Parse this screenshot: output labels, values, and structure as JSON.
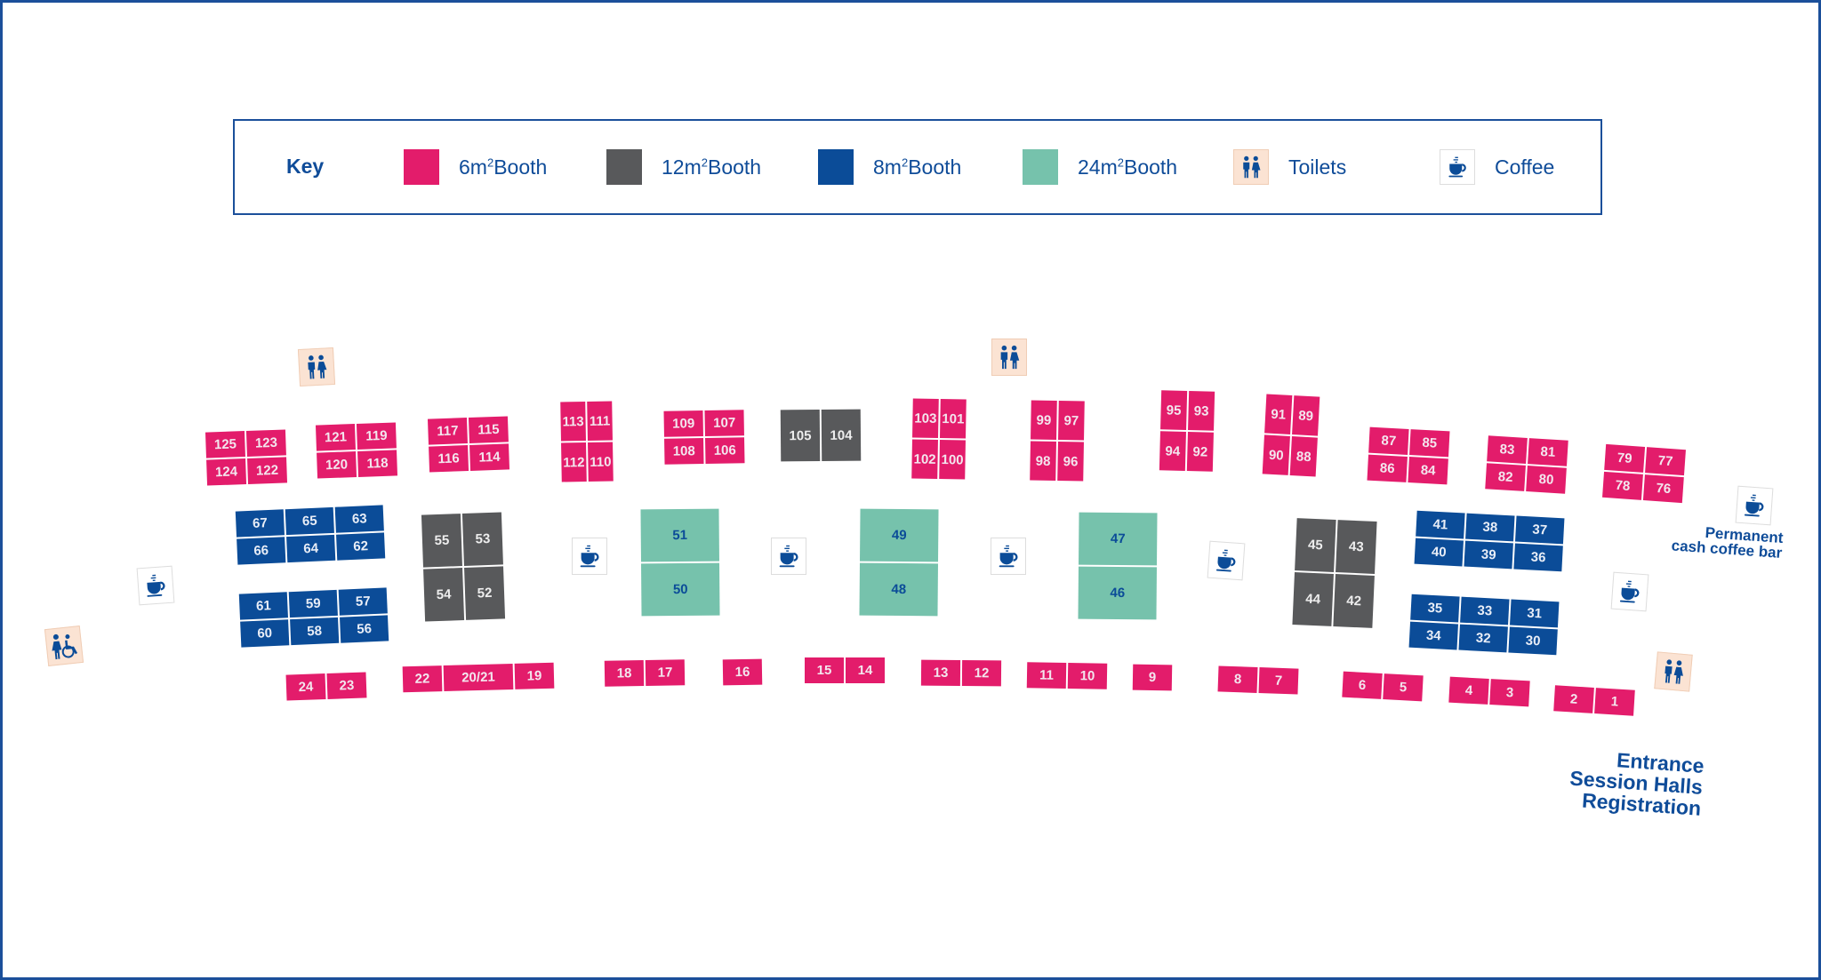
{
  "key": {
    "title": "Key",
    "items": [
      {
        "type": "booth-6",
        "size": "6m",
        "unit": "2",
        "suffix": "Booth",
        "color": "#e31c6b"
      },
      {
        "type": "booth-12",
        "size": "12m",
        "unit": "2",
        "suffix": "Booth",
        "color": "#58595b"
      },
      {
        "type": "booth-8",
        "size": "8m",
        "unit": "2",
        "suffix": "Booth",
        "color": "#0b4c98"
      },
      {
        "type": "booth-24",
        "size": "24m",
        "unit": "2",
        "suffix": "Booth",
        "color": "#76c2ac"
      },
      {
        "type": "toilets",
        "label": "Toilets",
        "icon": "toilets-icon"
      },
      {
        "type": "coffee",
        "label": "Coffee",
        "icon": "coffee-icon"
      }
    ]
  },
  "colors": {
    "frame": "#1b4f9a",
    "text": "#0f4c99",
    "booth_6": "#e31c6b",
    "booth_12": "#58595b",
    "booth_8": "#0b4c98",
    "booth_24": "#76c2ac",
    "toilet_bg": "#fbe3d3"
  },
  "booths": {
    "top_row": {
      "g125": [
        "125",
        "123",
        "124",
        "122"
      ],
      "g121": [
        "121",
        "119",
        "120",
        "118"
      ],
      "g117": [
        "117",
        "115",
        "116",
        "114"
      ],
      "g113": [
        "113",
        "111",
        "112",
        "110"
      ],
      "g109": [
        "109",
        "107",
        "108",
        "106"
      ],
      "g105": [
        "105",
        "104"
      ],
      "g103": [
        "103",
        "101",
        "102",
        "100"
      ],
      "g99": [
        "99",
        "97",
        "98",
        "96"
      ],
      "g95": [
        "95",
        "93",
        "94",
        "92"
      ],
      "g91": [
        "91",
        "89",
        "90",
        "88"
      ],
      "g87": [
        "87",
        "85",
        "86",
        "84"
      ],
      "g83": [
        "83",
        "81",
        "82",
        "80"
      ],
      "g79": [
        "79",
        "77",
        "78",
        "76"
      ]
    },
    "middle": {
      "g67": [
        "67",
        "65",
        "63",
        "66",
        "64",
        "62"
      ],
      "g61": [
        "61",
        "59",
        "57",
        "60",
        "58",
        "56"
      ],
      "g55": [
        "55",
        "53",
        "54",
        "52"
      ],
      "g51": [
        "51",
        "50"
      ],
      "g49": [
        "49",
        "48"
      ],
      "g47": [
        "47",
        "46"
      ],
      "g45": [
        "45",
        "43",
        "44",
        "42"
      ],
      "g41": [
        "41",
        "38",
        "37",
        "40",
        "39",
        "36"
      ],
      "g35": [
        "35",
        "33",
        "31",
        "34",
        "32",
        "30"
      ]
    },
    "bottom_row": {
      "g24": [
        "24",
        "23"
      ],
      "g22": [
        "22",
        "20/21",
        "19"
      ],
      "g18": [
        "18",
        "17"
      ],
      "g16": [
        "16"
      ],
      "g15": [
        "15",
        "14"
      ],
      "g13": [
        "13",
        "12"
      ],
      "g11": [
        "11",
        "10"
      ],
      "g9": [
        "9"
      ],
      "g8": [
        "8",
        "7"
      ],
      "g6": [
        "6",
        "5"
      ],
      "g4": [
        "4",
        "3"
      ],
      "g2": [
        "2",
        "1"
      ]
    }
  },
  "labels": {
    "coffee_bar_line1": "Permanent",
    "coffee_bar_line2": "cash coffee bar",
    "entrance_line1": "Entrance",
    "entrance_line2": "Session Halls",
    "entrance_line3": "Registration"
  }
}
